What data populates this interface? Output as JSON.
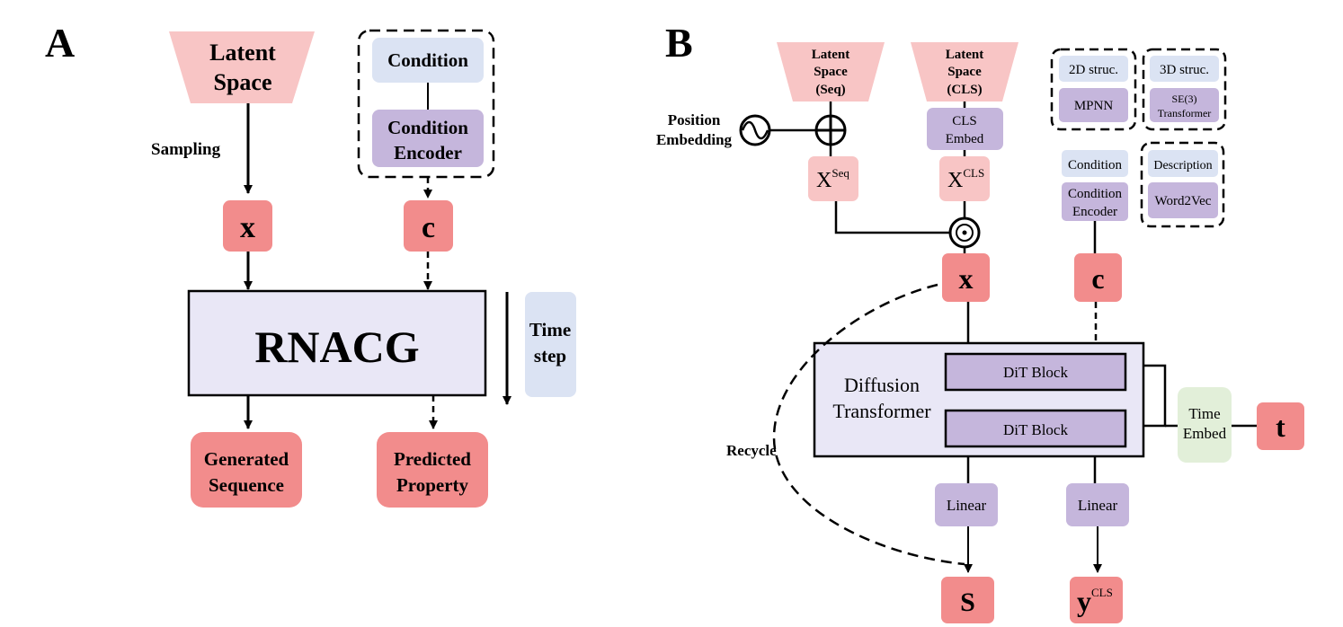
{
  "panelA": {
    "label": "A",
    "latent": [
      "Latent",
      "Space"
    ],
    "sampling": "Sampling",
    "condition": "Condition",
    "encoder": [
      "Condition",
      "Encoder"
    ],
    "x": "x",
    "c": "c",
    "model": "RNACG",
    "timestep": [
      "Time",
      "step"
    ],
    "generated": [
      "Generated",
      "Sequence"
    ],
    "predicted": [
      "Predicted",
      "Property"
    ]
  },
  "panelB": {
    "label": "B",
    "latent_seq": [
      "Latent",
      "Space",
      "(Seq)"
    ],
    "latent_cls": [
      "Latent",
      "Space",
      "(CLS)"
    ],
    "position_embedding": [
      "Position",
      "Embedding"
    ],
    "cls_embed": [
      "CLS",
      "Embed"
    ],
    "x_seq_base": "X",
    "x_seq_sup": "Seq",
    "x_cls_base": "X",
    "x_cls_sup": "CLS",
    "struc2d": "2D struc.",
    "mpnn": "MPNN",
    "struc3d": "3D struc.",
    "se3": [
      "SE(3)",
      "Transformer"
    ],
    "condition": "Condition",
    "condition_encoder": [
      "Condition",
      "Encoder"
    ],
    "description": "Description",
    "word2vec": "Word2Vec",
    "x": "x",
    "c": "c",
    "diffusion": [
      "Diffusion",
      "Transformer"
    ],
    "dit1": "DiT Block",
    "dit2": "DiT Block",
    "time_embed": [
      "Time",
      "Embed"
    ],
    "t": "t",
    "recycle": "Recycle",
    "linear1": "Linear",
    "linear2": "Linear",
    "s": "S",
    "y_base": "y",
    "y_sup": "CLS"
  },
  "colors": {
    "salmon": "#f28c8c",
    "light_pink": "#f8c5c5",
    "purple": "#c5b6dc",
    "light_blue": "#dbe3f3",
    "lavender": "#e9e7f6",
    "light_green": "#e2efd9"
  }
}
